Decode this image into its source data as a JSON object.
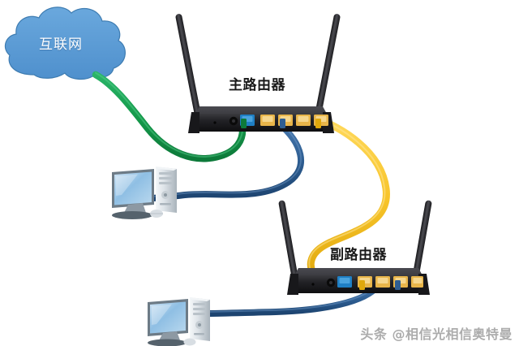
{
  "diagram": {
    "type": "network-topology",
    "title_visible": false,
    "background_color": "#ffffff"
  },
  "cloud": {
    "label": "互联网",
    "fill_color": "#5B9BD5",
    "stroke_color": "#3E7CB1",
    "text_color": "#ffffff"
  },
  "labels": {
    "main_router": "主路由器",
    "sub_router": "副路由器",
    "text_color": "#1a1a1a"
  },
  "watermark": {
    "text": "头条 @相信光相信奥特曼",
    "color": "#9a9a9a"
  },
  "devices": [
    {
      "id": "main-router",
      "name": "主路由器",
      "kind": "wireless-router",
      "antennas": 2,
      "body_color": "#1c1c1e",
      "ports": [
        {
          "name": "power-jack",
          "color": "#0d0d0d",
          "connected": false
        },
        {
          "name": "wan-port",
          "color": "#1F7FC4",
          "connected": true,
          "cable": "green"
        },
        {
          "name": "lan-port-1",
          "color": "#E8B54A",
          "connected": false
        },
        {
          "name": "lan-port-2",
          "color": "#E8B54A",
          "connected": true,
          "cable": "blue"
        },
        {
          "name": "lan-port-3",
          "color": "#E8B54A",
          "connected": false
        },
        {
          "name": "lan-port-4",
          "color": "#E8B54A",
          "connected": true,
          "cable": "yellow"
        }
      ]
    },
    {
      "id": "sub-router",
      "name": "副路由器",
      "kind": "wireless-router",
      "antennas": 2,
      "body_color": "#1c1c1e",
      "ports": [
        {
          "name": "power-jack",
          "color": "#0d0d0d",
          "connected": false
        },
        {
          "name": "wan-port",
          "color": "#1F7FC4",
          "connected": false
        },
        {
          "name": "lan-port-1",
          "color": "#E8B54A",
          "connected": true,
          "cable": "yellow"
        },
        {
          "name": "lan-port-2",
          "color": "#E8B54A",
          "connected": false
        },
        {
          "name": "lan-port-3",
          "color": "#E8B54A",
          "connected": true,
          "cable": "blue"
        },
        {
          "name": "lan-port-4",
          "color": "#E8B54A",
          "connected": false
        }
      ]
    },
    {
      "id": "computer-1",
      "name": "desktop-computer",
      "kind": "desktop-pc",
      "parts": [
        "lcd-monitor",
        "tower-case",
        "mouse"
      ],
      "screen_color": "#9fc8e8",
      "case_color": "#dfe4e8"
    },
    {
      "id": "computer-2",
      "name": "desktop-computer",
      "kind": "desktop-pc",
      "parts": [
        "lcd-monitor",
        "tower-case",
        "mouse"
      ],
      "screen_color": "#9fc8e8",
      "case_color": "#dfe4e8"
    }
  ],
  "cables": [
    {
      "id": "cable-internet-to-main-wan",
      "color_name": "green",
      "color": "#159A4B",
      "from": "互联网",
      "to": "主路由器 WAN",
      "from_port": "cloud",
      "to_port": "wan-port"
    },
    {
      "id": "cable-main-lan-to-pc1",
      "color_name": "blue",
      "color": "#2E5E92",
      "from": "主路由器 LAN",
      "to": "电脑 1",
      "from_port": "lan-port-2",
      "to_port": "ethernet"
    },
    {
      "id": "cable-main-lan-to-sub-lan",
      "color_name": "yellow",
      "color": "#F7C42A",
      "from": "主路由器 LAN",
      "to": "副路由器 LAN",
      "from_port": "lan-port-4",
      "to_port": "lan-port-1"
    },
    {
      "id": "cable-sub-lan-to-pc2",
      "color_name": "blue",
      "color": "#2E5E92",
      "from": "副路由器 LAN",
      "to": "电脑 2",
      "from_port": "lan-port-3",
      "to_port": "ethernet"
    }
  ]
}
